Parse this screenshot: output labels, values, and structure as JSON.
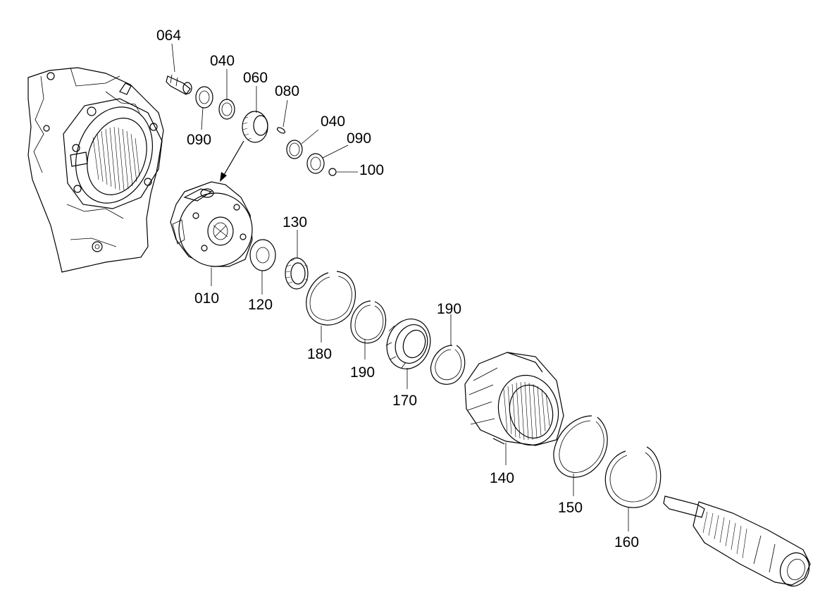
{
  "diagram": {
    "callouts": {
      "c064": "064",
      "c040a": "040",
      "c060": "060",
      "c080": "080",
      "c040b": "040",
      "c090a": "090",
      "c090b": "090",
      "c100": "100",
      "c130": "130",
      "c010": "010",
      "c120": "120",
      "c180": "180",
      "c190a": "190",
      "c190b": "190",
      "c170": "170",
      "c140": "140",
      "c150": "150",
      "c160": "160"
    }
  }
}
